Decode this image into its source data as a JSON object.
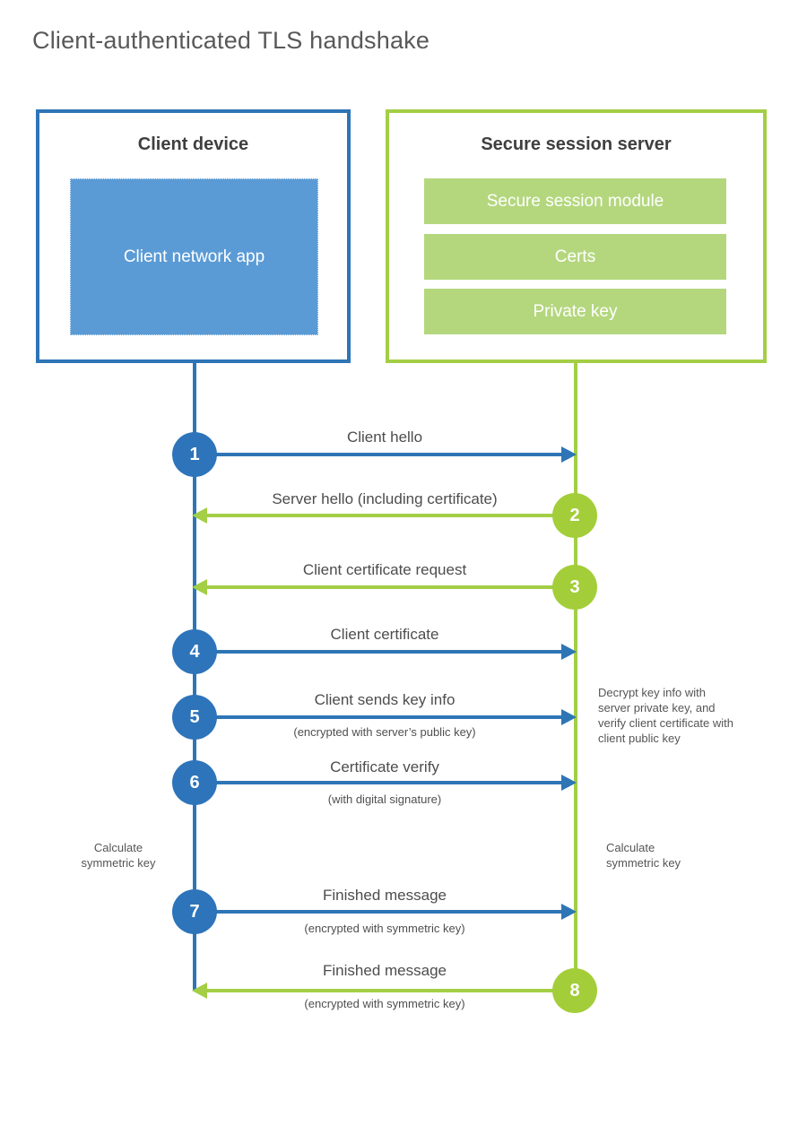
{
  "title": "Client-authenticated TLS handshake",
  "colors": {
    "blue_accent": "#2e75b6",
    "blue_fill": "#5b9bd5",
    "green_accent": "#a3ce45",
    "green_circle": "#a3ce39",
    "green_fill": "#b4d77e",
    "text_dark": "#3f3f3f",
    "text_gray": "#595959"
  },
  "actors": {
    "client": {
      "title": "Client device",
      "component": "Client network app"
    },
    "server": {
      "title": "Secure session server",
      "components": [
        "Secure session module",
        "Certs",
        "Private key"
      ]
    }
  },
  "messages": [
    {
      "num": "1",
      "label": "Client hello",
      "sub": "",
      "direction": "right",
      "from": "client",
      "to": "server"
    },
    {
      "num": "2",
      "label": "Server hello (including certificate)",
      "sub": "",
      "direction": "left",
      "from": "server",
      "to": "client"
    },
    {
      "num": "3",
      "label": "Client certificate request",
      "sub": "",
      "direction": "left",
      "from": "server",
      "to": "client"
    },
    {
      "num": "4",
      "label": "Client certificate",
      "sub": "",
      "direction": "right",
      "from": "client",
      "to": "server"
    },
    {
      "num": "5",
      "label": "Client sends key info",
      "sub": "(encrypted with server’s public key)",
      "direction": "right",
      "from": "client",
      "to": "server"
    },
    {
      "num": "6",
      "label": "Certificate verify",
      "sub": "(with digital signature)",
      "direction": "right",
      "from": "client",
      "to": "server"
    },
    {
      "num": "7",
      "label": "Finished message",
      "sub": "(encrypted with symmetric key)",
      "direction": "right",
      "from": "client",
      "to": "server"
    },
    {
      "num": "8",
      "label": "Finished message",
      "sub": "(encrypted with symmetric key)",
      "direction": "left",
      "from": "server",
      "to": "client"
    }
  ],
  "annotations": {
    "decrypt_note": "Decrypt key info with server private key, and verify client certificate with client public key",
    "calc_left": "Calculate symmetric key",
    "calc_right": "Calculate symmetric key"
  }
}
